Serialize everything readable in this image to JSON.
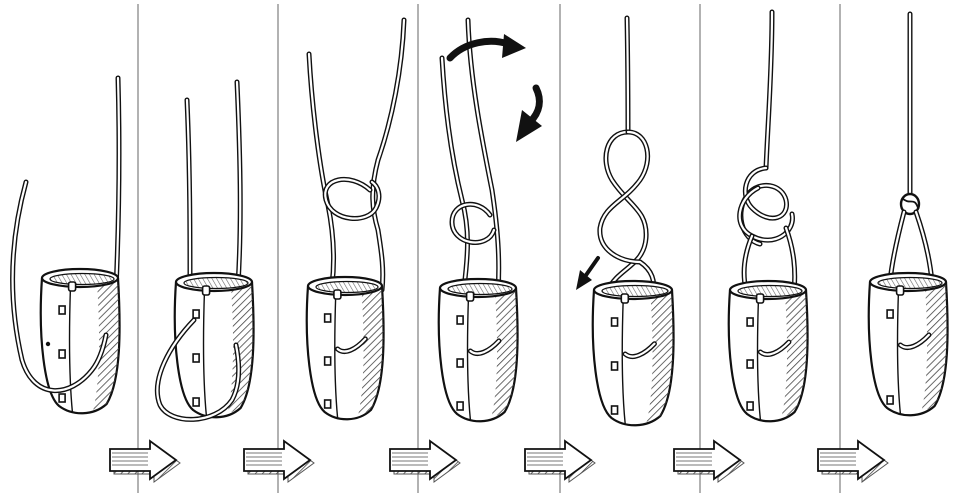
{
  "diagram": {
    "panel_count": 7,
    "arrow_count": 6,
    "colors": {
      "ink": "#111111",
      "paper": "#ffffff",
      "cord_fill": "#ffffff",
      "hatch": "#555555",
      "divider": "#666666"
    },
    "panels": [
      {
        "step": 1,
        "name": "free-end-hanging"
      },
      {
        "step": 2,
        "name": "cord-under-bottom"
      },
      {
        "step": 3,
        "name": "loop-formed"
      },
      {
        "step": 4,
        "name": "loop-twisted",
        "icons": [
          "curved-arrow-icon",
          "curved-arrow-icon"
        ]
      },
      {
        "step": 5,
        "name": "end-through-loop",
        "icons": [
          "small-arrow-icon"
        ]
      },
      {
        "step": 6,
        "name": "knot-dressed"
      },
      {
        "step": 7,
        "name": "knot-tightened"
      }
    ],
    "between_arrows": [
      "arrow-1",
      "arrow-2",
      "arrow-3",
      "arrow-4",
      "arrow-5",
      "arrow-6"
    ]
  }
}
